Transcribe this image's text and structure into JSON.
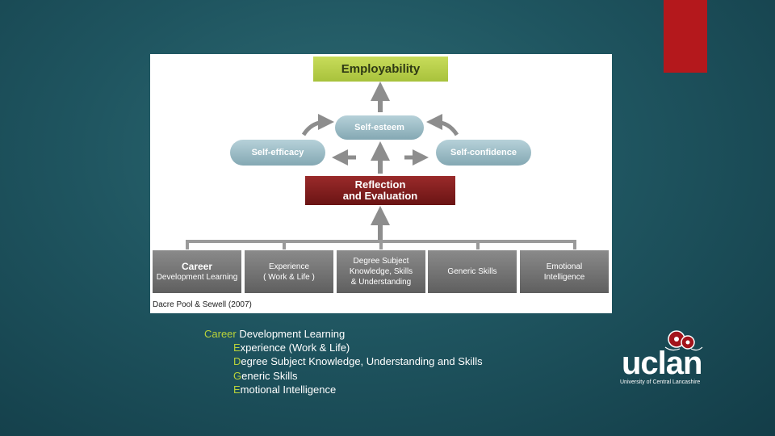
{
  "diagram": {
    "top": "Employability",
    "self_esteem": "Self-esteem",
    "self_efficacy": "Self-efficacy",
    "self_confidence": "Self-confidence",
    "reflection_line1": "Reflection",
    "reflection_line2": "and Evaluation",
    "components": [
      {
        "line1": "Career",
        "line2": "Development Learning"
      },
      {
        "line1": "Experience",
        "line2": "( Work & Life )"
      },
      {
        "line1": "Degree Subject",
        "line2": "Knowledge, Skills",
        "line3": "& Understanding"
      },
      {
        "line1": "Generic Skills"
      },
      {
        "line1": "Emotional",
        "line2": "Intelligence"
      }
    ],
    "citation": "Dacre Pool & Sewell (2007)"
  },
  "acronym_list": [
    {
      "initial": "Career",
      "rest": " Development Learning"
    },
    {
      "initial": "E",
      "rest": "xperience (Work & Life)"
    },
    {
      "initial": "D",
      "rest": "egree Subject Knowledge, Understanding and Skills"
    },
    {
      "initial": "G",
      "rest": "eneric Skills"
    },
    {
      "initial": "E",
      "rest": "motional Intelligence"
    }
  ],
  "logo": {
    "word": "uclan",
    "subtitle": "University of Central Lancashire"
  },
  "colors": {
    "background": "#1f5560",
    "accent_red": "#b4181c",
    "highlight_green": "#b9d23a",
    "employability_green": "#b4cc48",
    "reflection_red": "#7e1d1d"
  }
}
